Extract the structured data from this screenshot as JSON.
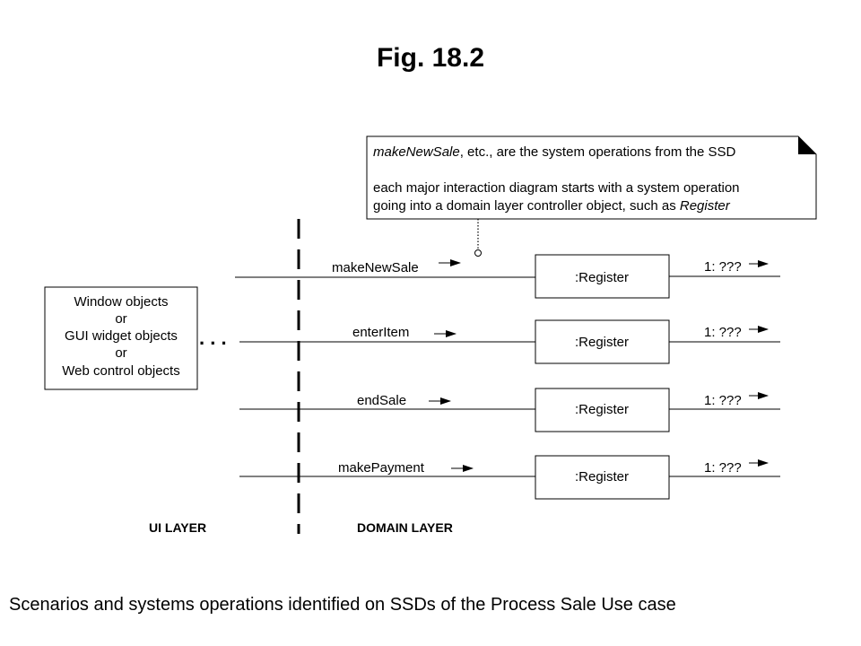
{
  "title": "Fig. 18.2",
  "caption": "Scenarios and systems operations identified on SSDs of the Process Sale Use case",
  "note": {
    "line1_italic": "makeNewSale",
    "line1_rest": ", etc., are the system operations from the SSD",
    "line2": "each major interaction diagram starts with a system operation",
    "line3_start": "going into a domain layer controller object, such as ",
    "line3_italic": "Register"
  },
  "ui_box": {
    "lines": [
      "Window objects",
      "or",
      "GUI widget objects",
      "or",
      "Web control objects"
    ]
  },
  "ellipsis": ". . .",
  "operations": [
    {
      "message": "makeNewSale",
      "object": ":Register",
      "outgoing": "1: ???"
    },
    {
      "message": "enterItem",
      "object": ":Register",
      "outgoing": "1: ???"
    },
    {
      "message": "endSale",
      "object": ":Register",
      "outgoing": "1: ???"
    },
    {
      "message": "makePayment",
      "object": ":Register",
      "outgoing": "1: ???"
    }
  ],
  "layers": {
    "ui": "UI LAYER",
    "domain": "DOMAIN LAYER"
  }
}
